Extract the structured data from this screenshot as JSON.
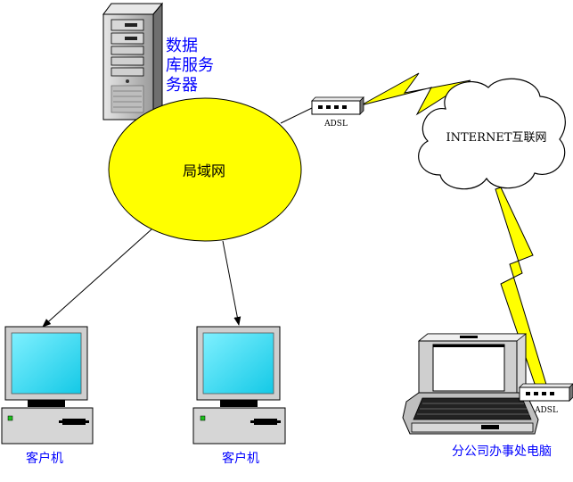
{
  "labels": {
    "db_server_line1": "数据",
    "db_server_line2": "库服务",
    "db_server_line3": "务器",
    "lan": "局域网",
    "internet": "INTERNET互联网",
    "adsl_top": "ADSL",
    "adsl_right": "ADSL",
    "client_left": "客户机",
    "client_mid": "客户机",
    "branch_office": "分公司办事处电脑"
  },
  "icons": {
    "server": "server-tower-icon",
    "modem": "adsl-modem-icon",
    "cloud": "internet-cloud-icon",
    "bolt": "lightning-link-icon",
    "desktop": "desktop-computer-icon",
    "laptop": "laptop-icon"
  },
  "colors": {
    "lan_fill": "#ffff00",
    "label_blue": "#0000ff",
    "bolt_fill": "#ffff00",
    "screen": "#22d8f2",
    "case": "#cccccc"
  }
}
